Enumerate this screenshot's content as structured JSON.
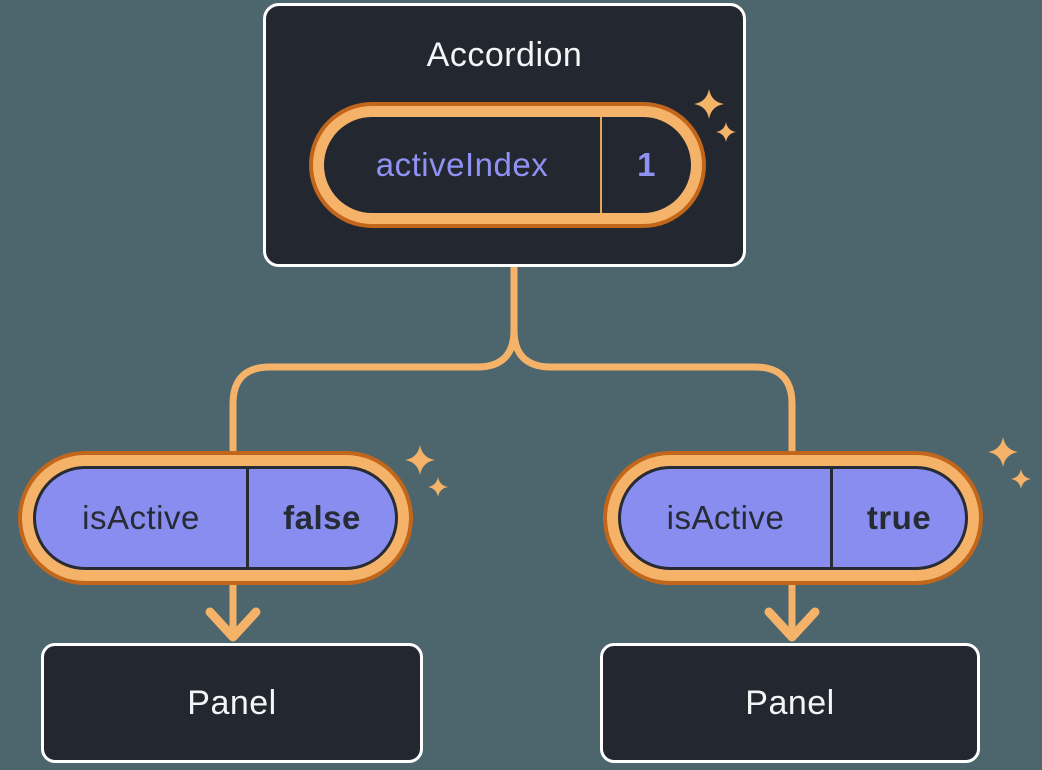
{
  "diagram": {
    "accordion": {
      "title": "Accordion",
      "state_pill": {
        "label": "activeIndex",
        "value": "1"
      }
    },
    "children": [
      {
        "pill": {
          "label": "isActive",
          "value": "false"
        },
        "panel_label": "Panel"
      },
      {
        "pill": {
          "label": "isActive",
          "value": "true"
        },
        "panel_label": "Panel"
      }
    ]
  },
  "icons": {
    "sparkle": "four-point-sparkle-icon",
    "arrow": "down-arrow-connector"
  },
  "colors": {
    "background": "#4D666E",
    "node_fill": "#23272F",
    "node_border": "#FFFFFF",
    "pill_fill": "#8A8DF0",
    "ring_light": "#F5B269",
    "ring_dark": "#C1661B",
    "divider_orange": "#E6A554",
    "text_light": "#F4F5F7",
    "text_dark": "#262B34",
    "text_purple": "#8F92F2",
    "connector": "#F5B269"
  }
}
